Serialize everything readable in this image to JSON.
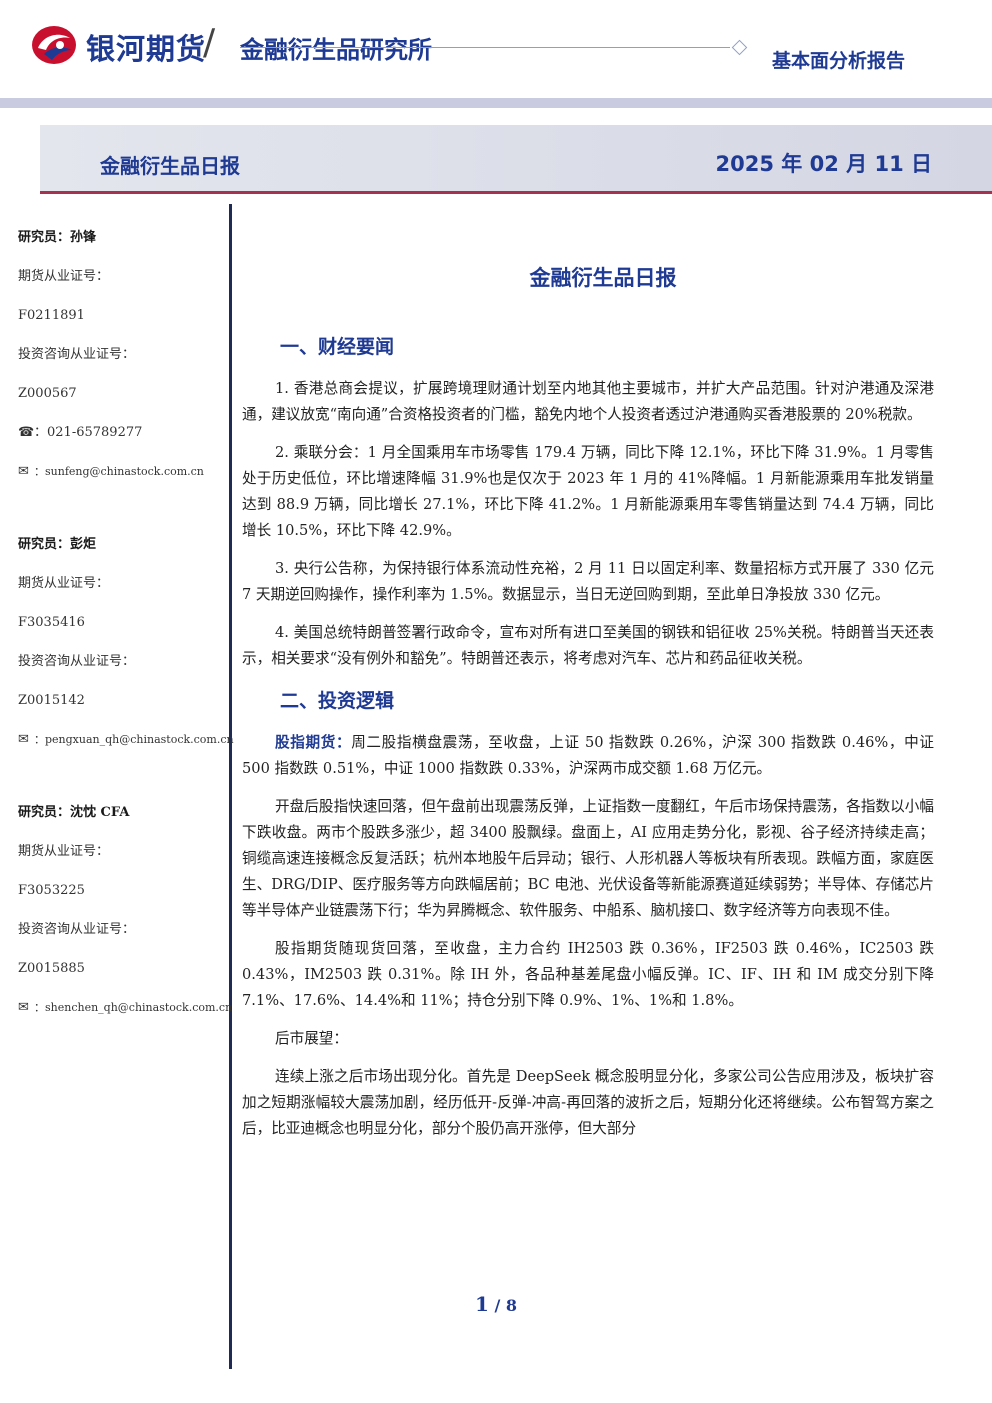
{
  "header": {
    "brand": "银河期货",
    "slash": "/",
    "institute": "金融衍生品研究所",
    "report_type": "基本面分析报告"
  },
  "title_bar": {
    "title": "金融衍生品日报",
    "date": "2025 年 02 月 11 日"
  },
  "analysts": [
    {
      "name": "研究员：孙锋",
      "cert_label": "期货从业证号：",
      "cert": "F0211891",
      "consult_label": "投资咨询从业证号：",
      "consult": "Z000567",
      "phone_icon": "☎",
      "phone": "021-65789277",
      "email_icon": "✉",
      "email": "sunfeng@chinastock.com.cn"
    },
    {
      "name": "研究员：彭炬",
      "cert_label": "期货从业证号：",
      "cert": "F3035416",
      "consult_label": "投资咨询从业证号：",
      "consult": "Z0015142",
      "email_icon": "✉",
      "email": "pengxuan_qh@chinastock.com.cn"
    },
    {
      "name": "研究员：沈忱  CFA",
      "cert_label": "期货从业证号：",
      "cert": "F3053225",
      "consult_label": "投资咨询从业证号：",
      "consult": "Z0015885",
      "email_icon": "✉",
      "email": "shenchen_qh@chinastock.com.cn"
    }
  ],
  "doc_title": "金融衍生品日报",
  "section1": {
    "heading": "一、财经要闻",
    "paragraphs": [
      "1. 香港总商会提议，扩展跨境理财通计划至内地其他主要城市，并扩大产品范围。针对沪港通及深港通，建议放宽“南向通”合资格投资者的门槛，豁免内地个人投资者透过沪港通购买香港股票的 20%税款。",
      "2. 乘联分会：1 月全国乘用车市场零售 179.4 万辆，同比下降 12.1%，环比下降 31.9%。1 月零售处于历史低位，环比增速降幅 31.9%也是仅次于 2023 年 1 月的 41%降幅。1 月新能源乘用车批发销量达到 88.9 万辆，同比增长 27.1%，环比下降 41.2%。1 月新能源乘用车零售销量达到 74.4 万辆，同比增长 10.5%，环比下降 42.9%。",
      "3. 央行公告称，为保持银行体系流动性充裕，2 月 11 日以固定利率、数量招标方式开展了 330 亿元 7 天期逆回购操作，操作利率为 1.5%。数据显示，当日无逆回购到期，至此单日净投放 330 亿元。",
      "4. 美国总统特朗普签署行政命令，宣布对所有进口至美国的钢铁和铝征收 25%关税。特朗普当天还表示，相关要求“没有例外和豁免”。特朗普还表示，将考虑对汽车、芯片和药品征收关税。"
    ]
  },
  "section2": {
    "heading": "二、投资逻辑",
    "lead": "股指期货：",
    "p1": "周二股指横盘震荡，至收盘，上证 50 指数跌 0.26%，沪深 300 指数跌 0.46%，中证 500 指数跌 0.51%，中证 1000 指数跌 0.33%，沪深两市成交额 1.68 万亿元。",
    "p2": "开盘后股指快速回落，但午盘前出现震荡反弹，上证指数一度翻红，午后市场保持震荡，各指数以小幅下跌收盘。两市个股跌多涨少，超 3400 股飘绿。盘面上，AI 应用走势分化，影视、谷子经济持续走高；铜缆高速连接概念反复活跃；杭州本地股午后异动；银行、人形机器人等板块有所表现。跌幅方面，家庭医生、DRG/DIP、医疗服务等方向跌幅居前；BC 电池、光伏设备等新能源赛道延续弱势；半导体、存储芯片等半导体产业链震荡下行；华为昇腾概念、软件服务、中船系、脑机接口、数字经济等方向表现不佳。",
    "p3": "股指期货随现货回落，至收盘，主力合约 IH2503 跌 0.36%，IF2503 跌 0.46%，IC2503 跌 0.43%，IM2503 跌 0.31%。除 IH 外，各品种基差尾盘小幅反弹。IC、IF、IH 和 IM 成交分别下降 7.1%、17.6%、14.4%和 11%；持仓分别下降 0.9%、1%、1%和 1.8%。",
    "p4": "后市展望：",
    "p5": "连续上涨之后市场出现分化。首先是 DeepSeek 概念股明显分化，多家公司公告应用涉及，板块扩容加之短期涨幅较大震荡加剧，经历低开-反弹-冲高-再回落的波折之后，短期分化还将继续。公布智驾方案之后，比亚迪概念也明显分化，部分个股仍高开涨停，但大部分"
  },
  "footer": {
    "page": "1",
    "sep": " / ",
    "total": "8"
  },
  "colors": {
    "brand_blue": "#1f3a93",
    "logo_red": "#c8102e",
    "accent_line": "#a5334f"
  }
}
